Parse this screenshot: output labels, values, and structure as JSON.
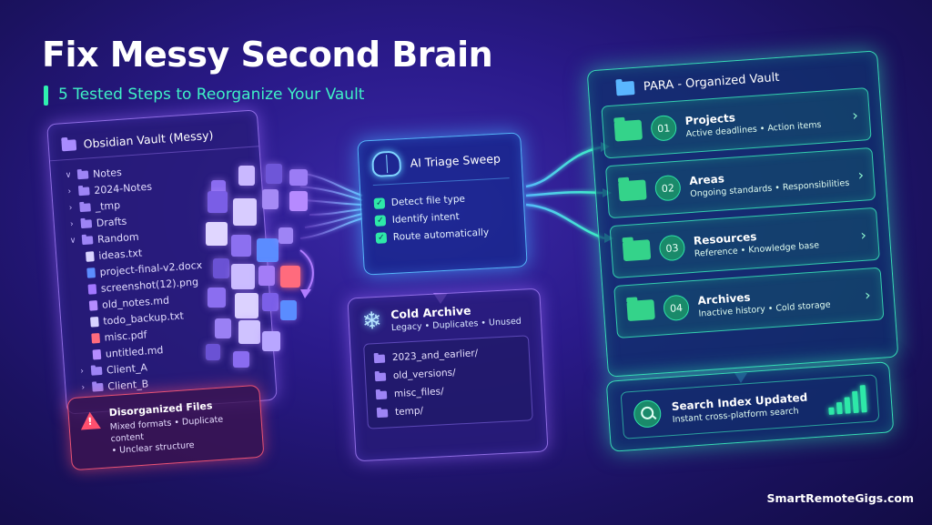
{
  "header": {
    "title": "Fix Messy Second Brain",
    "subtitle": "5 Tested Steps to Reorganize Your Vault"
  },
  "obsidian": {
    "title": "Obsidian Vault (Messy)",
    "tree": [
      {
        "type": "folder",
        "label": "Notes",
        "open": true,
        "indent": 0
      },
      {
        "type": "folder",
        "label": "2024-Notes",
        "open": false,
        "indent": 0
      },
      {
        "type": "folder",
        "label": "_tmp",
        "open": false,
        "indent": 0
      },
      {
        "type": "folder",
        "label": "Drafts",
        "open": false,
        "indent": 0
      },
      {
        "type": "folder",
        "label": "Random",
        "open": true,
        "indent": 0
      },
      {
        "type": "file",
        "label": "ideas.txt",
        "color": "#d9d4ff",
        "indent": 1
      },
      {
        "type": "file",
        "label": "project-final-v2.docx",
        "color": "#5c8dff",
        "indent": 1
      },
      {
        "type": "file",
        "label": "screenshot(12).png",
        "color": "#a277ff",
        "indent": 1
      },
      {
        "type": "file",
        "label": "old_notes.md",
        "color": "#b58cff",
        "indent": 1
      },
      {
        "type": "file",
        "label": "todo_backup.txt",
        "color": "#d9d4ff",
        "indent": 1
      },
      {
        "type": "file",
        "label": "misc.pdf",
        "color": "#ff6b7d",
        "indent": 1
      },
      {
        "type": "file",
        "label": "untitled.md",
        "color": "#b58cff",
        "indent": 1
      },
      {
        "type": "folder",
        "label": "Client_A",
        "open": false,
        "indent": 0
      },
      {
        "type": "folder",
        "label": "Client_B",
        "open": false,
        "indent": 0
      }
    ]
  },
  "disorganized": {
    "title": "Disorganized Files",
    "desc1": "Mixed formats • Duplicate content",
    "desc2": "• Unclear structure"
  },
  "triage": {
    "title": "AI Triage Sweep",
    "steps": [
      "Detect file type",
      "Identify intent",
      "Route automatically"
    ]
  },
  "cold_archive": {
    "title": "Cold Archive",
    "subtitle": "Legacy • Duplicates • Unused",
    "folders": [
      "2023_and_earlier/",
      "old_versions/",
      "misc_files/",
      "temp/"
    ]
  },
  "para": {
    "title": "PARA - Organized Vault",
    "items": [
      {
        "num": "01",
        "name": "Projects",
        "desc": "Active deadlines • Action items"
      },
      {
        "num": "02",
        "name": "Areas",
        "desc": "Ongoing standards • Responsibilities"
      },
      {
        "num": "03",
        "name": "Resources",
        "desc": "Reference • Knowledge base"
      },
      {
        "num": "04",
        "name": "Archives",
        "desc": "Inactive history • Cold storage"
      }
    ]
  },
  "search": {
    "title": "Search Index Updated",
    "desc": "Instant cross-platform search"
  },
  "brand": "SmartRemoteGigs.com",
  "colors": {
    "accent_green": "#2ee8a8",
    "accent_blue": "#5ac8ff",
    "accent_purple": "#a98cff",
    "warning_red": "#ff4f6e"
  }
}
